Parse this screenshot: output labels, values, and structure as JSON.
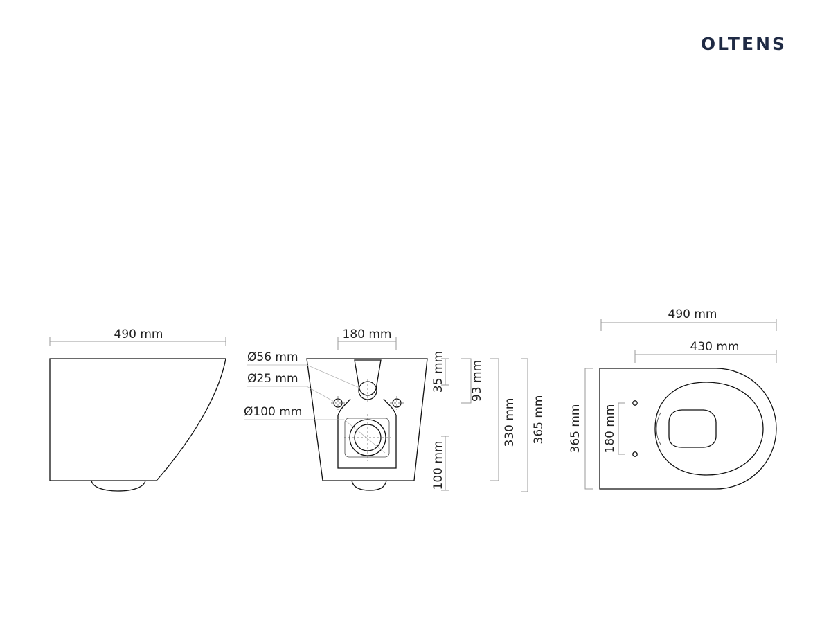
{
  "brand": {
    "name": "OLTENS",
    "color": "#1f2a44"
  },
  "side_view": {
    "width_label": "490 mm"
  },
  "rear_view": {
    "opening_width_label": "180 mm",
    "diameter_56_label": "Ø56 mm",
    "diameter_25_label": "Ø25 mm",
    "diameter_100_label": "Ø100 mm",
    "height_35_label": "35 mm",
    "height_93_label": "93 mm",
    "height_100_label": "100 mm",
    "height_330_label": "330 mm",
    "height_365_label": "365 mm"
  },
  "top_view": {
    "length_490_label": "490 mm",
    "length_430_label": "430 mm",
    "width_365_label": "365 mm",
    "hole_spacing_label": "180 mm"
  },
  "colors": {
    "line": "#111111",
    "dimension": "#9a9a9a",
    "text": "#222222"
  }
}
